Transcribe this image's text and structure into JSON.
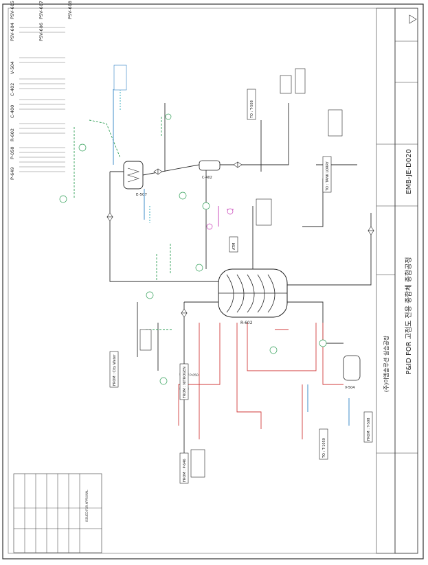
{
  "title_block": {
    "drawing_title": "P&ID FOR 고점도 전용 중합체 중합공정",
    "drawing_no": "EMB-JE-D020",
    "company": "(주)이엠솔루션 실습공장",
    "revision_note": "ISSUED FOR APPROVAL"
  },
  "equipment": {
    "reactor": "R-602",
    "exchanger": "E-507",
    "condenser": "C-402",
    "pump": "P-050",
    "vessel": "V-504"
  },
  "lines": {
    "from_city_water": "FROM : City Water",
    "from_nitrogen": "FROM : NITROGEN",
    "from_p646": "FROM : P-646",
    "from_t508": "FROM : T-508",
    "to_t508": "TO : T-508",
    "to_t1050": "TO : T-1050",
    "to_tank_lorry": "TO : TANK LORRY",
    "to_atm": "ATM"
  },
  "spec_headers": {
    "h1": "P-649",
    "h2": "P-050",
    "h3": "R-602",
    "h4": "C-400",
    "h5": "C-402",
    "h6": "V-504",
    "h7": "PSV-604",
    "h8": "PSV-606",
    "h9": "PSV-605",
    "h10": "PSV-607",
    "h11": "PSV-608"
  },
  "colors": {
    "line_black": "#2b2b2b",
    "line_green": "#2e9e55",
    "line_red": "#d23a3a",
    "line_blue": "#2a7fc4",
    "line_magenta": "#c63ab5",
    "line_cyan": "#23a6b8"
  }
}
